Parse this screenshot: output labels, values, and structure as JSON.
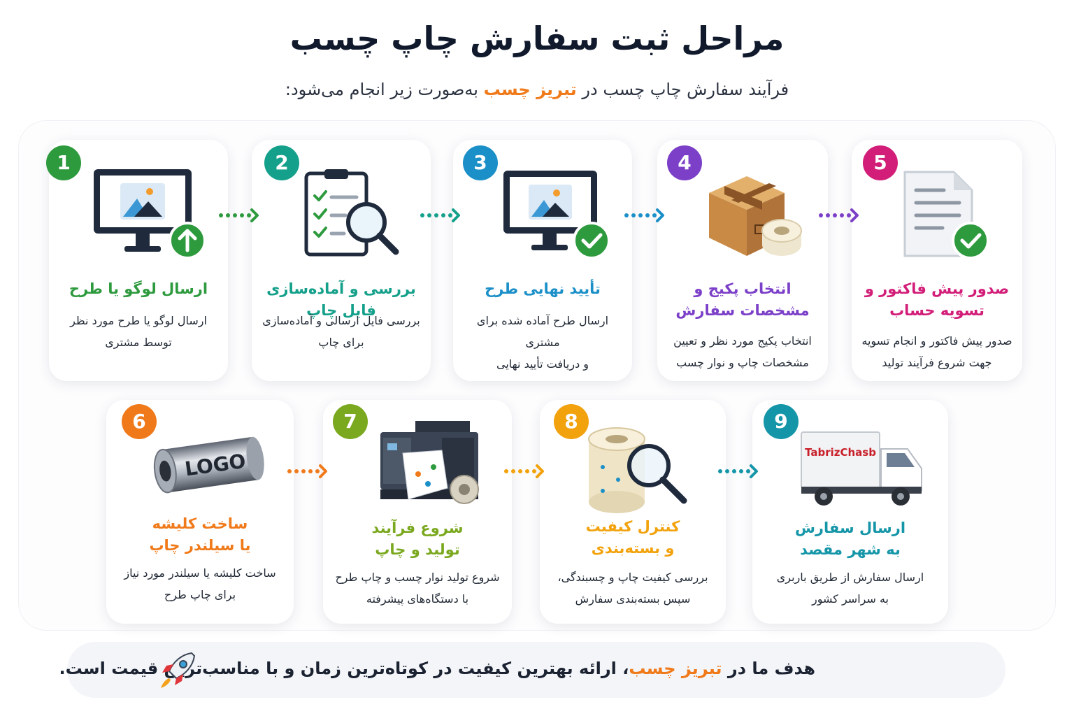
{
  "header": {
    "title": "مراحل ثبت سفارش چاپ چسب",
    "subtitle_before": "فرآیند سفارش چاپ چسب در",
    "subtitle_brand": "تبریز چسب",
    "subtitle_after": "به‌صورت زیر انجام می‌شود:"
  },
  "colors": {
    "brand": "#f07a1a",
    "step1": "#2e9a3e",
    "step2": "#14a08a",
    "step3": "#1a8fc8",
    "step4": "#7b3fc8",
    "step5": "#d21e78",
    "step6": "#f07a1a",
    "step7": "#7aa81e",
    "step8": "#f2a20c",
    "step9": "#1596a8"
  },
  "steps": [
    {
      "number": "1",
      "title_line1": "ارسال لوگو یا طرح",
      "title_line2": "",
      "desc_line1": "ارسال لوگو یا طرح مورد نظر",
      "desc_line2": "توسط مشتری",
      "icon": "monitor-upload-icon"
    },
    {
      "number": "2",
      "title_line1": "بررسی و آماده‌سازی فایل چاپ",
      "title_line2": "",
      "desc_line1": "بررسی فایل ارسالی و آماده‌سازی",
      "desc_line2": "برای چاپ",
      "icon": "clipboard-search-icon"
    },
    {
      "number": "3",
      "title_line1": "تأیید نهایی طرح",
      "title_line2": "",
      "desc_line1": "ارسال طرح آماده شده برای مشتری",
      "desc_line2": "و دریافت تأیید نهایی",
      "icon": "monitor-check-icon"
    },
    {
      "number": "4",
      "title_line1": "انتخاب پکیج و",
      "title_line2": "مشخصات سفارش",
      "desc_line1": "انتخاب پکیج مورد نظر و تعیین",
      "desc_line2": "مشخصات چاپ و نوار چسب",
      "icon": "box-tape-icon"
    },
    {
      "number": "5",
      "title_line1": "صدور پیش فاکتور و",
      "title_line2": "تسویه حساب",
      "desc_line1": "صدور پیش فاکتور و انجام تسویه",
      "desc_line2": "جهت شروع فرآیند تولید",
      "icon": "invoice-check-icon"
    },
    {
      "number": "6",
      "title_line1": "ساخت کلیشه",
      "title_line2": "یا سیلندر چاپ",
      "desc_line1": "ساخت کلیشه یا سیلندر مورد نیاز",
      "desc_line2": "برای چاپ طرح",
      "icon": "cylinder-icon",
      "icon_text": "LOGO"
    },
    {
      "number": "7",
      "title_line1": "شروع فرآیند",
      "title_line2": "تولید و چاپ",
      "desc_line1": "شروع تولید نوار چسب و چاپ طرح",
      "desc_line2": "با دستگاه‌های پیشرفته",
      "icon": "printer-machine-icon"
    },
    {
      "number": "8",
      "title_line1": "کنترل کیفیت",
      "title_line2": "و بسته‌بندی",
      "desc_line1": "بررسی کیفیت چاپ و چسبندگی،",
      "desc_line2": "سپس بسته‌بندی سفارش",
      "icon": "tape-magnifier-icon"
    },
    {
      "number": "9",
      "title_line1": "ارسال سفارش",
      "title_line2": "به شهر مقصد",
      "desc_line1": "ارسال سفارش از طریق باربری",
      "desc_line2": "به سراسر کشور",
      "icon": "truck-icon",
      "icon_text": "TabrizChasb"
    }
  ],
  "footer": {
    "before": "هدف ما در",
    "brand": "تبریز چسب",
    "after": "، ارائه بهترین کیفیت در کوتاه‌ترین زمان و با مناسب‌ترین قیمت است.",
    "icon": "rocket-icon"
  }
}
